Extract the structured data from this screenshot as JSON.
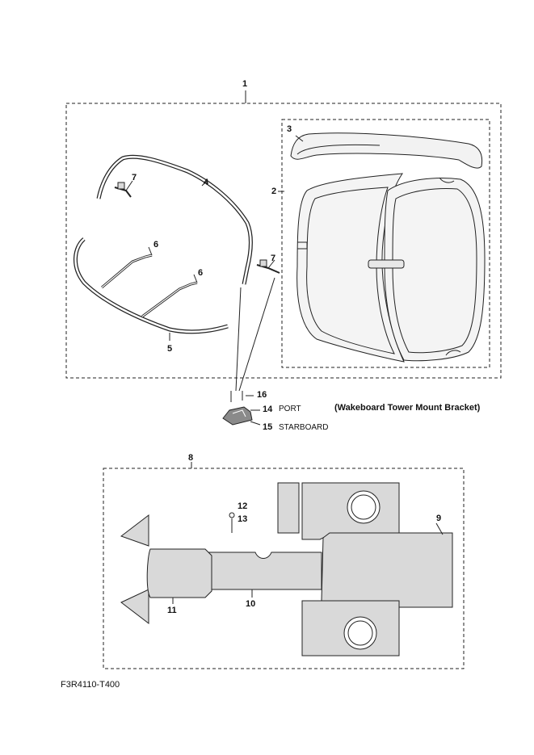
{
  "callouts": {
    "c1": "1",
    "c2": "2",
    "c3": "3",
    "c4": "4",
    "c5": "5",
    "c6a": "6",
    "c6b": "6",
    "c7a": "7",
    "c7b": "7",
    "c8": "8",
    "c9": "9",
    "c10": "10",
    "c11": "11",
    "c12": "12",
    "c13": "13",
    "c14": "14",
    "c15": "15",
    "c16": "16"
  },
  "side_labels": {
    "port": "PORT",
    "starboard": "STARBOARD"
  },
  "note": "(Wakeboard Tower Mount Bracket)",
  "diagram_code": "F3R4110-T400",
  "colors": {
    "line": "#222222",
    "fill_light": "#f2f2f2",
    "fill_mid": "#d9d9d9",
    "fill_dark": "#8a8a8a"
  }
}
